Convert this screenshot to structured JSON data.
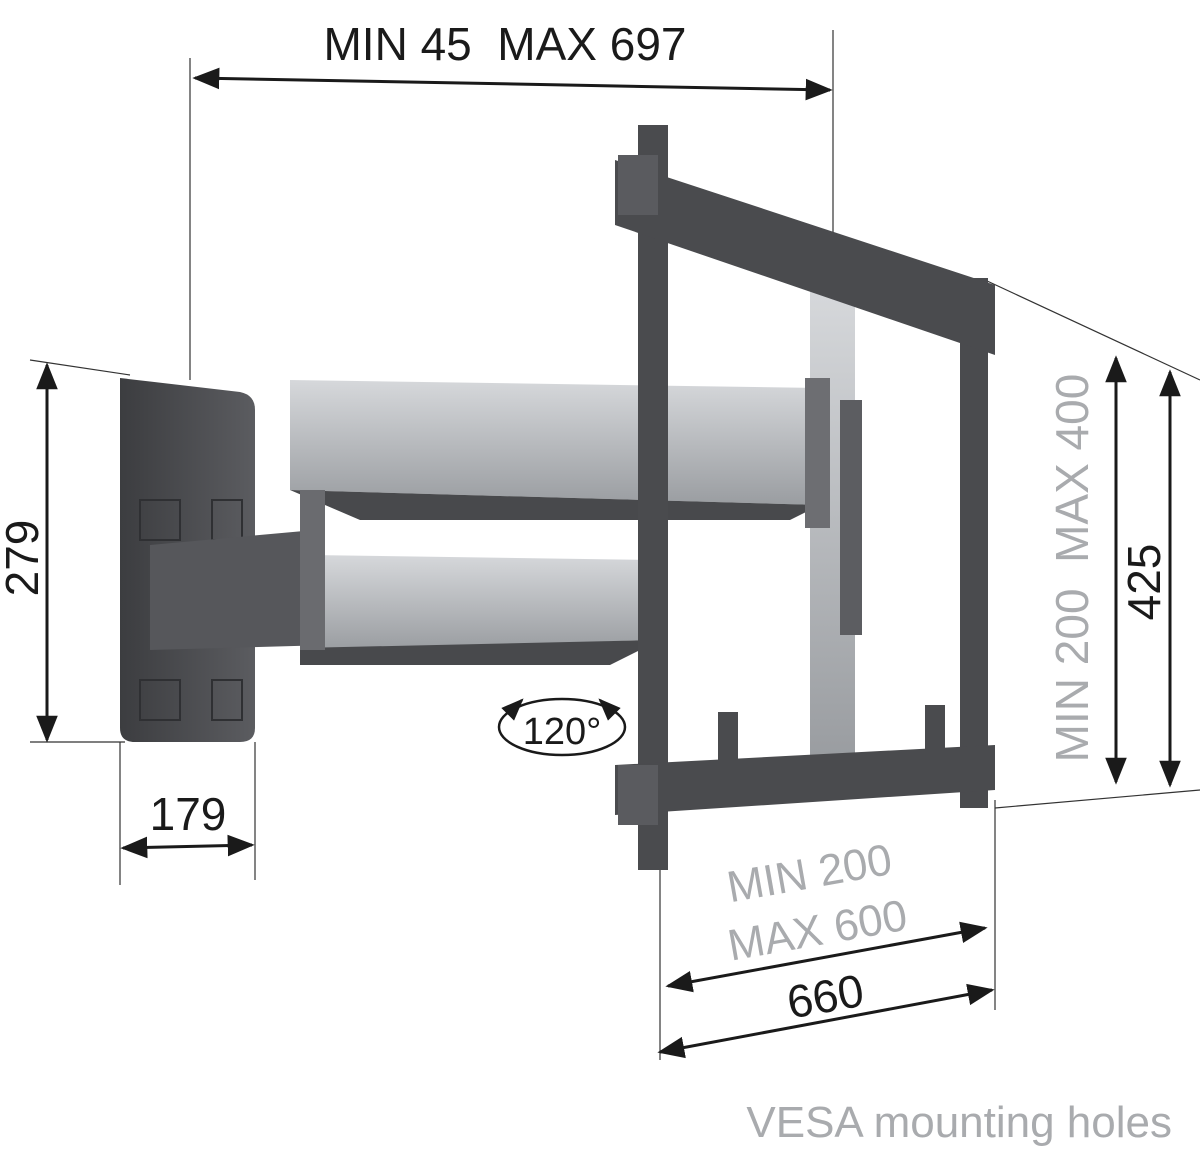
{
  "dimensions": {
    "arm_extension": "MIN 45  MAX 697",
    "wall_plate_height": "279",
    "wall_plate_width": "179",
    "rotation": "120°",
    "vesa_vertical": "MIN 200  MAX 400",
    "overall_height": "425",
    "vesa_horizontal_min": "MIN 200",
    "vesa_horizontal_max": "MAX 600",
    "overall_width": "660"
  },
  "legend": {
    "vesa_label": "VESA mounting holes"
  },
  "colors": {
    "dimension_text": "#1a1a1a",
    "vesa_text": "#a9abae",
    "frame": "#4a4b4e",
    "arm_silver": "#b8bbbf"
  }
}
